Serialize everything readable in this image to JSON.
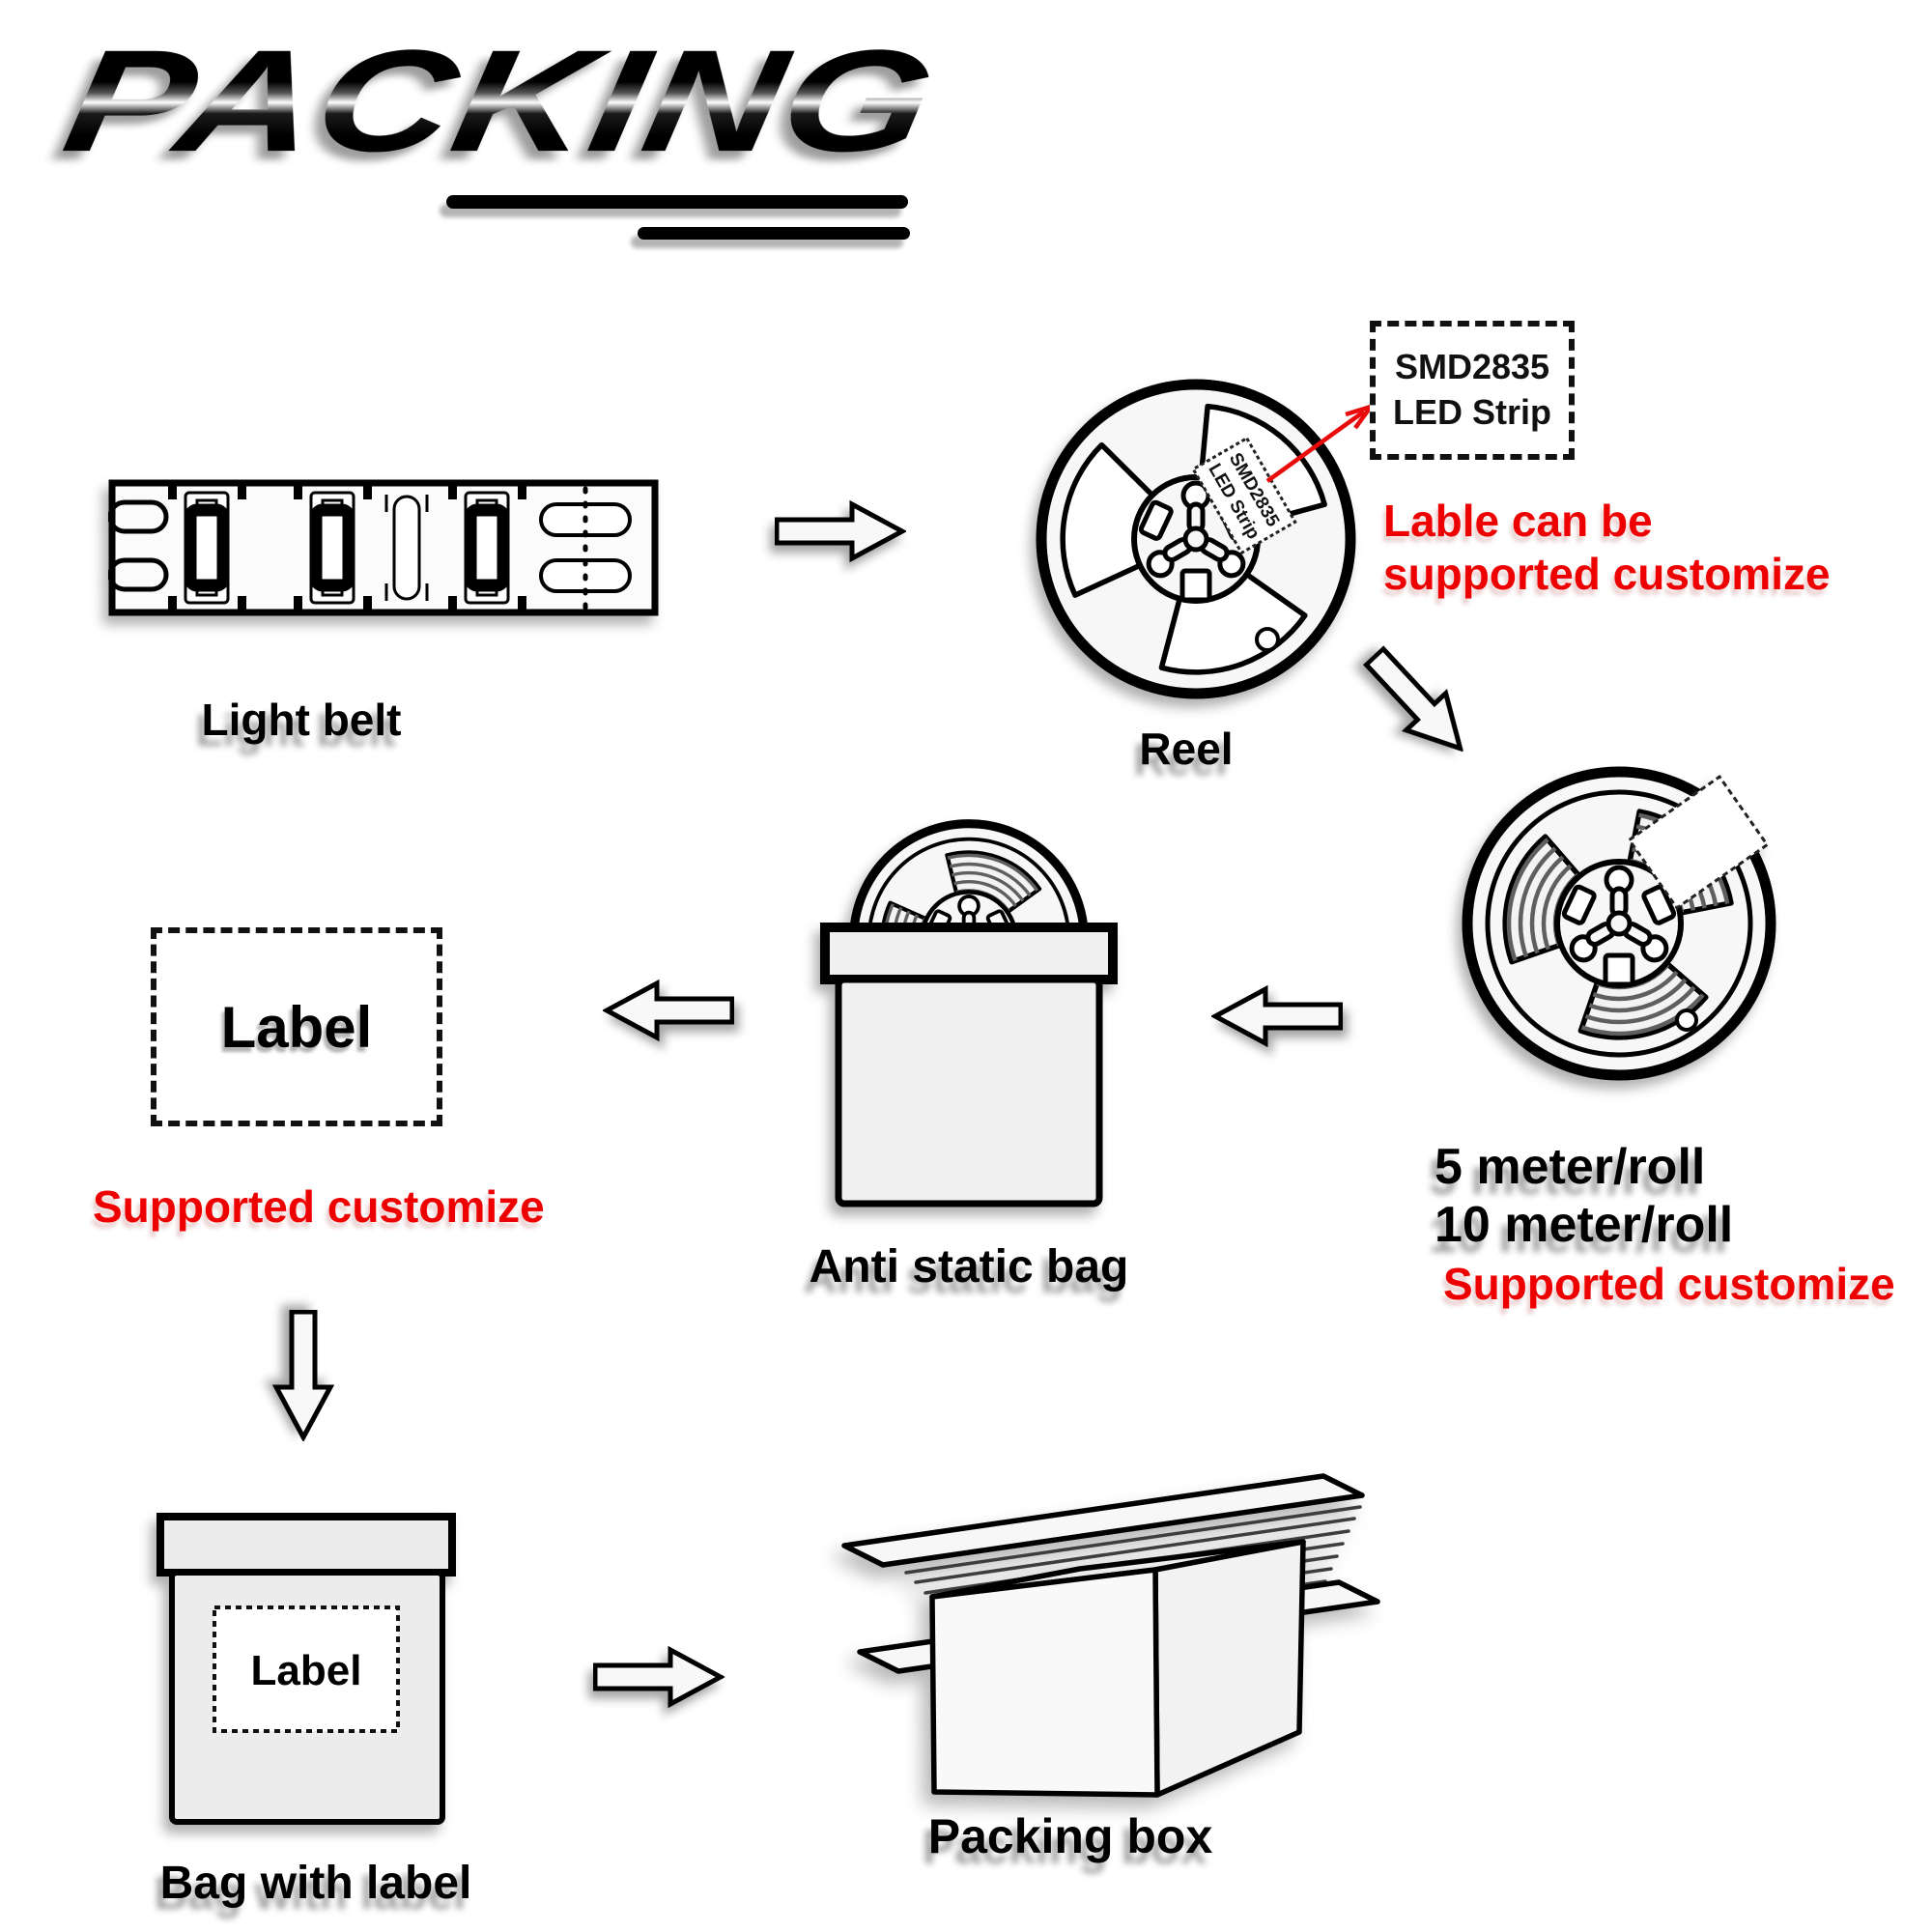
{
  "logo": {
    "text": "PACKING"
  },
  "colors": {
    "accent_red": "#ee0000",
    "ink": "#000000",
    "fill_light": "#f7f7f7"
  },
  "flow": {
    "light_belt": {
      "caption": "Light belt"
    },
    "reel": {
      "caption": "Reel",
      "tag_line1": "SMD2835",
      "tag_line2": "LED Strip"
    },
    "callout": {
      "line1": "SMD2835",
      "line2": "LED Strip",
      "note_line1": "Lable can be",
      "note_line2": "supported customize"
    },
    "roll": {
      "line1": "5 meter/roll",
      "line2": "10 meter/roll",
      "note": "Supported customize"
    },
    "anti_static_bag": {
      "caption": "Anti static bag"
    },
    "label_box": {
      "text": "Label",
      "note": "Supported customize"
    },
    "bag_with_label": {
      "caption": "Bag with label",
      "label_text": "Label"
    },
    "packing_box": {
      "caption": "Packing box"
    }
  }
}
